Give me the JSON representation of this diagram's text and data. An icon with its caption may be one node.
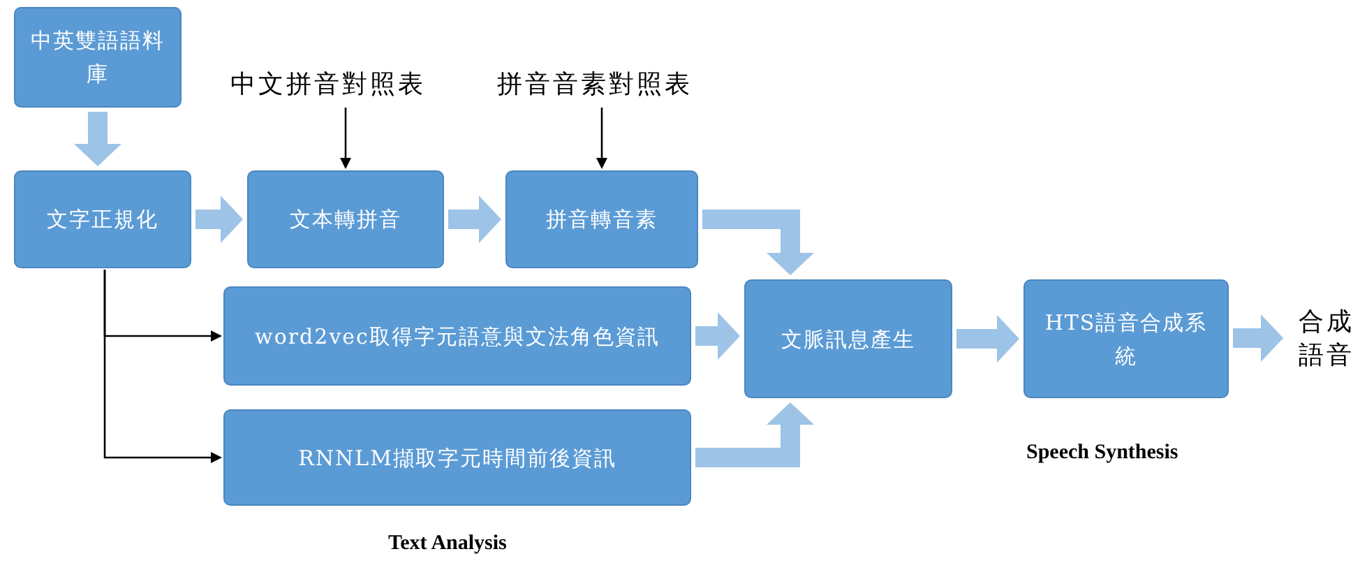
{
  "diagram": {
    "nodes": [
      {
        "text": [
          "中英雙語語料庫"
        ]
      },
      {
        "text": [
          "中文拼音對照表"
        ]
      },
      {
        "text": [
          "拼音音素對照表"
        ]
      },
      {
        "text": [
          "文字正規化"
        ]
      },
      {
        "text": [
          "文本轉拼音"
        ]
      },
      {
        "text": [
          "拼音轉音素"
        ]
      },
      {
        "text": [
          "word2vec取得字元語意與文法角色資訊"
        ]
      },
      {
        "text": [
          "RNNLM擷取字元時間前後資訊"
        ]
      },
      {
        "text": [
          "文脈訊息產生"
        ]
      },
      {
        "text": [
          "HTS語音合成系統"
        ]
      },
      {
        "text": [
          "合成語音"
        ]
      }
    ],
    "edges": [
      {
        "from": 0,
        "to": 3,
        "arrow": "to"
      },
      {
        "from": 1,
        "to": 4,
        "arrow": "to",
        "color": "#000000"
      },
      {
        "from": 2,
        "to": 5,
        "arrow": "to",
        "color": "#000000"
      },
      {
        "from": 3,
        "to": 4,
        "arrow": "to"
      },
      {
        "from": 4,
        "to": 5,
        "arrow": "to"
      },
      {
        "from": 5,
        "to": 8,
        "arrow": "to"
      },
      {
        "from": 3,
        "to": 6,
        "arrow": "to",
        "color": "#000000"
      },
      {
        "from": 3,
        "to": 7,
        "arrow": "to",
        "color": "#000000"
      },
      {
        "from": 6,
        "to": 8,
        "arrow": "to"
      },
      {
        "from": 7,
        "to": 8,
        "arrow": "to"
      },
      {
        "from": 8,
        "to": 9,
        "arrow": "to"
      },
      {
        "from": 9,
        "to": 10,
        "arrow": "to"
      }
    ],
    "labels": [
      "Text Analysis",
      "Speech Synthesis"
    ]
  }
}
